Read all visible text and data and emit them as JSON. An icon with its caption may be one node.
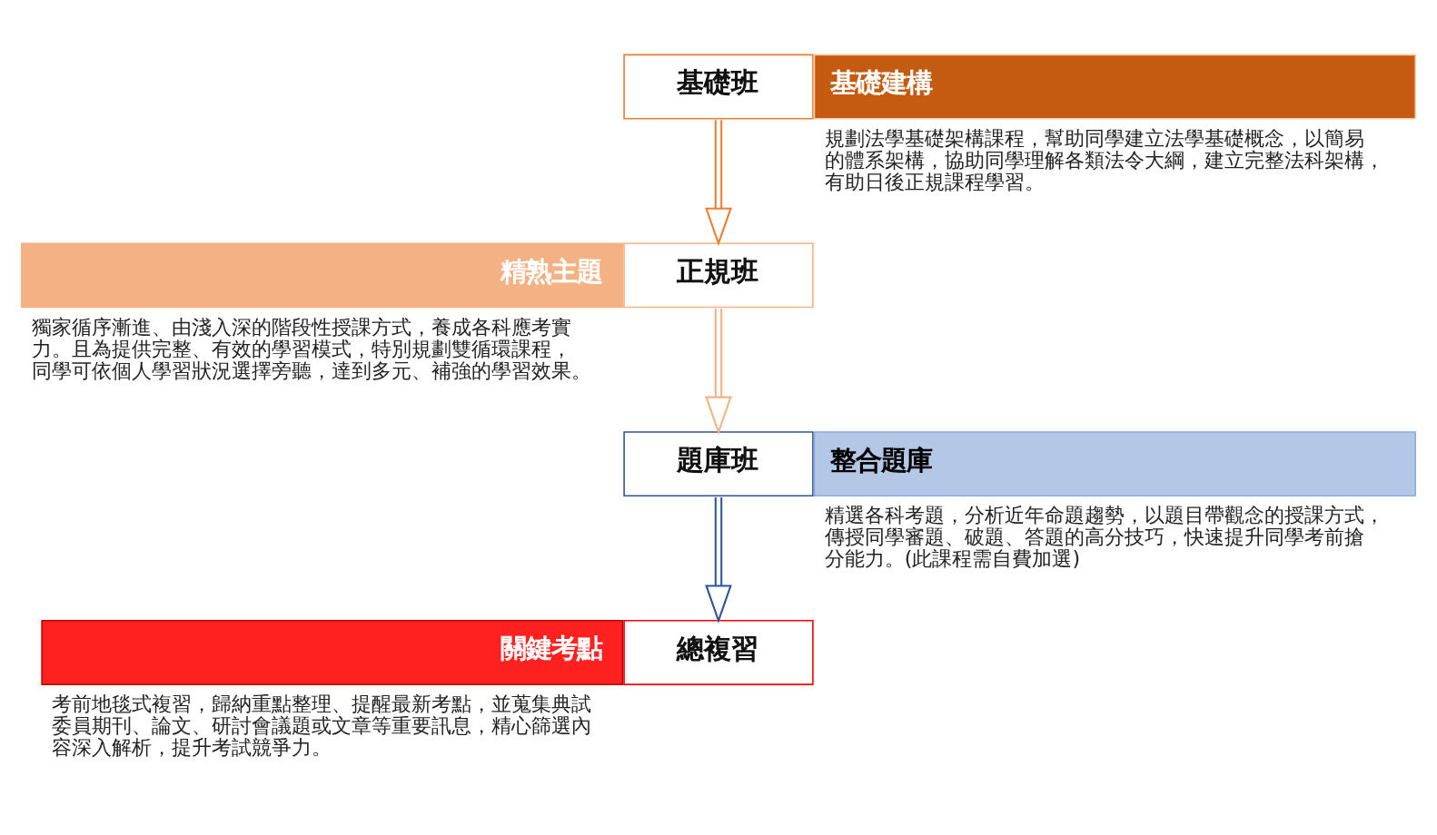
{
  "diagram": {
    "nodes": [
      {
        "text": [
          "基礎班"
        ]
      },
      {
        "text": [
          "基礎建構"
        ],
        "beside": [
          "規劃法學基礎架構課程，幫助同學建立法學基礎概念，以簡易的體系架構，協助同學理解各類法令大綱，建立完整法科架構，有助日後正規課程學習。"
        ]
      },
      {
        "text": [
          "精熟主題"
        ],
        "beside": [
          "獨家循序漸進、由淺入深的階段性授課方式，養成各科應考實力。且為提供完整、有效的學習模式，特別規劃雙循環課程，同學可依個人學習狀況選擇旁聽，達到多元、補強的學習效果。"
        ]
      },
      {
        "text": [
          "正規班"
        ]
      },
      {
        "text": [
          "題庫班"
        ]
      },
      {
        "text": [
          "整合題庫"
        ],
        "beside": [
          "精選各科考題，分析近年命題趨勢，以題目帶觀念的授課方式，傳授同學審題、破題、答題的高分技巧，快速提升同學考前搶分能力。(此課程需自費加選)"
        ]
      },
      {
        "text": [
          "關鍵考點"
        ],
        "beside": [
          "考前地毯式複習，歸納重點整理、提醒最新考點，並蒐集典試委員期刊、論文、研討會議題或文章等重要訊息，精心篩選內容深入解析，提升考試競爭力。"
        ]
      },
      {
        "text": [
          "總複習"
        ]
      }
    ],
    "edges": [
      {
        "from": 0,
        "to": 3,
        "arrow": "to",
        "color": "#ed7d31"
      },
      {
        "from": 3,
        "to": 4,
        "arrow": "to",
        "color": "#f4b183"
      },
      {
        "from": 4,
        "to": 7,
        "arrow": "to",
        "color": "#2f5597"
      }
    ]
  }
}
